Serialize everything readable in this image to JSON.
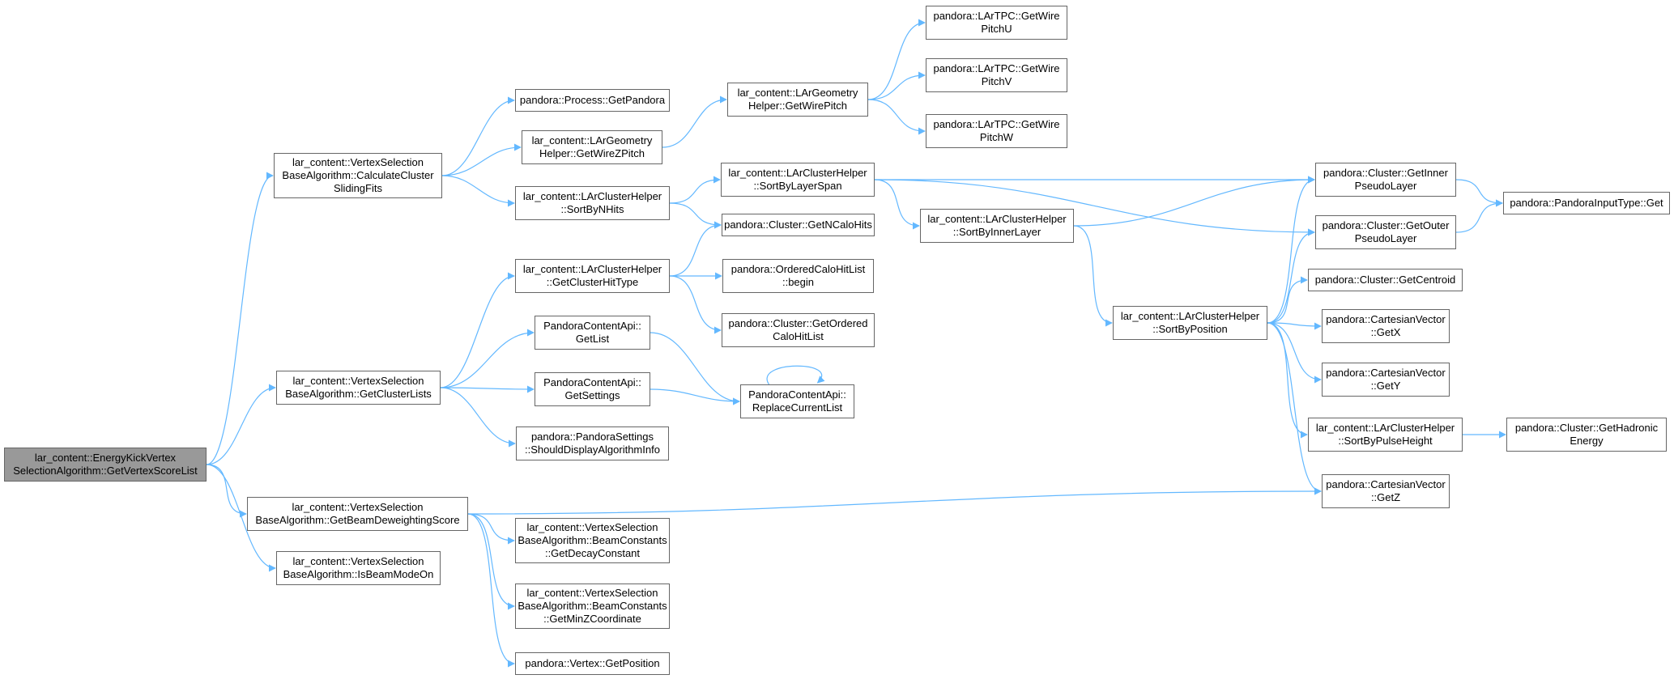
{
  "colors": {
    "edge": "#63b8ff",
    "node_border": "#666666",
    "root_fill": "#999999"
  },
  "nodes": [
    {
      "id": "root",
      "label": "lar_content::EnergyKickVertex\nSelectionAlgorithm::GetVertexScoreList",
      "root": true
    },
    {
      "id": "calcSliding",
      "label": "lar_content::VertexSelection\nBaseAlgorithm::CalculateCluster\nSlidingFits"
    },
    {
      "id": "getClusterLists",
      "label": "lar_content::VertexSelection\nBaseAlgorithm::GetClusterLists"
    },
    {
      "id": "getBeamDeweight",
      "label": "lar_content::VertexSelection\nBaseAlgorithm::GetBeamDeweightingScore"
    },
    {
      "id": "isBeamModeOn",
      "label": "lar_content::VertexSelection\nBaseAlgorithm::IsBeamModeOn"
    },
    {
      "id": "processGetPandora",
      "label": "pandora::Process::GetPandora"
    },
    {
      "id": "getWireZPitch",
      "label": "lar_content::LArGeometry\nHelper::GetWireZPitch"
    },
    {
      "id": "sortByNHits",
      "label": "lar_content::LArClusterHelper\n::SortByNHits"
    },
    {
      "id": "getClusterHitType",
      "label": "lar_content::LArClusterHelper\n::GetClusterHitType"
    },
    {
      "id": "getListApi",
      "label": "PandoraContentApi::\nGetList"
    },
    {
      "id": "getSettingsApi",
      "label": "PandoraContentApi::\nGetSettings"
    },
    {
      "id": "shouldDisplay",
      "label": "pandora::PandoraSettings\n::ShouldDisplayAlgorithmInfo"
    },
    {
      "id": "getDecayConstant",
      "label": "lar_content::VertexSelection\nBaseAlgorithm::BeamConstants\n::GetDecayConstant"
    },
    {
      "id": "getMinZ",
      "label": "lar_content::VertexSelection\nBaseAlgorithm::BeamConstants\n::GetMinZCoordinate"
    },
    {
      "id": "vertexGetPosition",
      "label": "pandora::Vertex::GetPosition"
    },
    {
      "id": "getWirePitch",
      "label": "lar_content::LArGeometry\nHelper::GetWirePitch"
    },
    {
      "id": "sortByLayerSpan",
      "label": "lar_content::LArClusterHelper\n::SortByLayerSpan"
    },
    {
      "id": "getNCaloHits",
      "label": "pandora::Cluster::GetNCaloHits"
    },
    {
      "id": "orderedBegin",
      "label": "pandora::OrderedCaloHitList\n::begin"
    },
    {
      "id": "getOrderedCaloHitList",
      "label": "pandora::Cluster::GetOrdered\nCaloHitList"
    },
    {
      "id": "replaceCurrentList",
      "label": "PandoraContentApi::\nReplaceCurrentList"
    },
    {
      "id": "wirePitchU",
      "label": "pandora::LArTPC::GetWire\nPitchU"
    },
    {
      "id": "wirePitchV",
      "label": "pandora::LArTPC::GetWire\nPitchV"
    },
    {
      "id": "wirePitchW",
      "label": "pandora::LArTPC::GetWire\nPitchW"
    },
    {
      "id": "sortByInnerLayer",
      "label": "lar_content::LArClusterHelper\n::SortByInnerLayer"
    },
    {
      "id": "sortByPosition",
      "label": "lar_content::LArClusterHelper\n::SortByPosition"
    },
    {
      "id": "getInnerPseudoLayer",
      "label": "pandora::Cluster::GetInner\nPseudoLayer"
    },
    {
      "id": "getOuterPseudoLayer",
      "label": "pandora::Cluster::GetOuter\nPseudoLayer"
    },
    {
      "id": "getCentroid",
      "label": "pandora::Cluster::GetCentroid"
    },
    {
      "id": "cvGetX",
      "label": "pandora::CartesianVector\n::GetX"
    },
    {
      "id": "cvGetY",
      "label": "pandora::CartesianVector\n::GetY"
    },
    {
      "id": "sortByPulseHeight",
      "label": "lar_content::LArClusterHelper\n::SortByPulseHeight"
    },
    {
      "id": "cvGetZ",
      "label": "pandora::CartesianVector\n::GetZ"
    },
    {
      "id": "inputTypeGet",
      "label": "pandora::PandoraInputType::Get"
    },
    {
      "id": "getHadronicEnergy",
      "label": "pandora::Cluster::GetHadronic\nEnergy"
    }
  ],
  "edges": [
    [
      "root",
      "calcSliding"
    ],
    [
      "root",
      "getClusterLists"
    ],
    [
      "root",
      "getBeamDeweight"
    ],
    [
      "root",
      "isBeamModeOn"
    ],
    [
      "calcSliding",
      "processGetPandora"
    ],
    [
      "calcSliding",
      "getWireZPitch"
    ],
    [
      "calcSliding",
      "sortByNHits"
    ],
    [
      "getWireZPitch",
      "getWirePitch"
    ],
    [
      "getWirePitch",
      "wirePitchU"
    ],
    [
      "getWirePitch",
      "wirePitchV"
    ],
    [
      "getWirePitch",
      "wirePitchW"
    ],
    [
      "sortByNHits",
      "sortByLayerSpan"
    ],
    [
      "sortByNHits",
      "getNCaloHits"
    ],
    [
      "sortByLayerSpan",
      "getInnerPseudoLayer"
    ],
    [
      "sortByLayerSpan",
      "sortByInnerLayer"
    ],
    [
      "sortByLayerSpan",
      "getOuterPseudoLayer"
    ],
    [
      "sortByInnerLayer",
      "getInnerPseudoLayer"
    ],
    [
      "sortByInnerLayer",
      "sortByPosition"
    ],
    [
      "sortByPosition",
      "getInnerPseudoLayer"
    ],
    [
      "sortByPosition",
      "getOuterPseudoLayer"
    ],
    [
      "sortByPosition",
      "getCentroid"
    ],
    [
      "sortByPosition",
      "cvGetX"
    ],
    [
      "sortByPosition",
      "cvGetY"
    ],
    [
      "sortByPosition",
      "sortByPulseHeight"
    ],
    [
      "sortByPosition",
      "cvGetZ"
    ],
    [
      "sortByPulseHeight",
      "getHadronicEnergy"
    ],
    [
      "getInnerPseudoLayer",
      "inputTypeGet"
    ],
    [
      "getOuterPseudoLayer",
      "inputTypeGet"
    ],
    [
      "getClusterLists",
      "getClusterHitType"
    ],
    [
      "getClusterLists",
      "getListApi"
    ],
    [
      "getClusterLists",
      "getSettingsApi"
    ],
    [
      "getClusterLists",
      "shouldDisplay"
    ],
    [
      "getClusterHitType",
      "getNCaloHits"
    ],
    [
      "getClusterHitType",
      "orderedBegin"
    ],
    [
      "getClusterHitType",
      "getOrderedCaloHitList"
    ],
    [
      "getListApi",
      "replaceCurrentList"
    ],
    [
      "getSettingsApi",
      "replaceCurrentList"
    ],
    [
      "replaceCurrentList",
      "replaceCurrentList"
    ],
    [
      "getBeamDeweight",
      "cvGetZ"
    ],
    [
      "getBeamDeweight",
      "getDecayConstant"
    ],
    [
      "getBeamDeweight",
      "getMinZ"
    ],
    [
      "getBeamDeweight",
      "vertexGetPosition"
    ]
  ]
}
